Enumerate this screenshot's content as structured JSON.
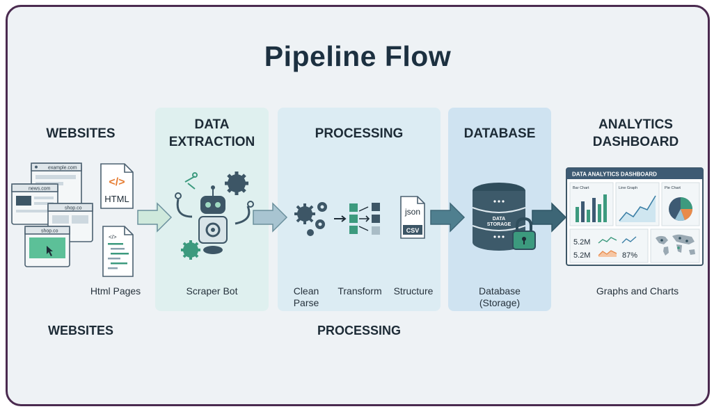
{
  "title": "Pipeline Flow",
  "stages": {
    "websites": {
      "heading": "WEBSITES",
      "caption": "Html Pages",
      "footer": "WEBSITES"
    },
    "extraction": {
      "heading_line1": "DATA",
      "heading_line2": "EXTRACTION",
      "caption": "Scraper Bot"
    },
    "processing": {
      "heading": "PROCESSING",
      "caption_clean_line1": "Clean",
      "caption_clean_line2": "Parse",
      "caption_transform": "Transform",
      "caption_structure": "Structure",
      "footer": "PROCESSING"
    },
    "database": {
      "heading": "DATABASE",
      "caption_line1": "Database",
      "caption_line2": "(Storage)"
    },
    "analytics": {
      "heading_line1": "ANALYTICS",
      "heading_line2": "DASHBOARD",
      "caption": "Graphs and Charts"
    }
  },
  "pages": {
    "example": "example.com",
    "news": "news.com",
    "shop1": "shop.co",
    "shop2": "shop.co",
    "html_doc_label": "HTML",
    "html_doc_glyph": "</>",
    "code_doc_glyph": "</>"
  },
  "files": {
    "json": "json",
    "csv": "CSV"
  },
  "db_labels": {
    "line1": "DATA",
    "line2": "STORAGE"
  },
  "dashboard": {
    "header": "DATA ANALYTICS DASHBOARD",
    "bar_chart_label": "Bar Chart",
    "line_graph_label": "Line Graph",
    "pie_chart_label": "Pie Chart",
    "stat1": "5.2M",
    "stat2": "5.2M",
    "stat3": "87%"
  },
  "colors": {
    "accent_teal": "#3c9a7e",
    "dark_slate": "#3d5666",
    "arrow": "#4f7f8f",
    "frame": "#4a2a4f"
  }
}
